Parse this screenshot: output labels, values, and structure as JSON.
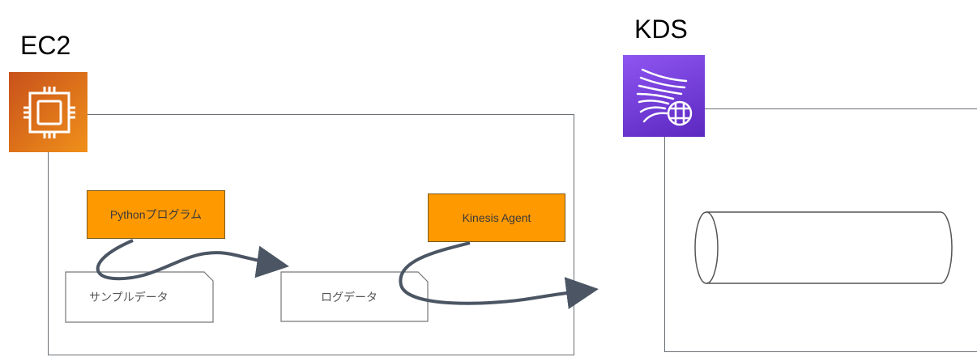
{
  "ec2": {
    "label": "EC2",
    "icon": "ec2-chip-icon",
    "color": "#e0701a"
  },
  "kds": {
    "label": "KDS",
    "icon": "kinesis-streams-icon",
    "color": "#7b3fe4"
  },
  "python_program": {
    "label": "Pythonプログラム"
  },
  "kinesis_agent": {
    "label": "Kinesis Agent"
  },
  "sample_data": {
    "label": "サンプルデータ"
  },
  "log_data": {
    "label": "ログデータ"
  }
}
